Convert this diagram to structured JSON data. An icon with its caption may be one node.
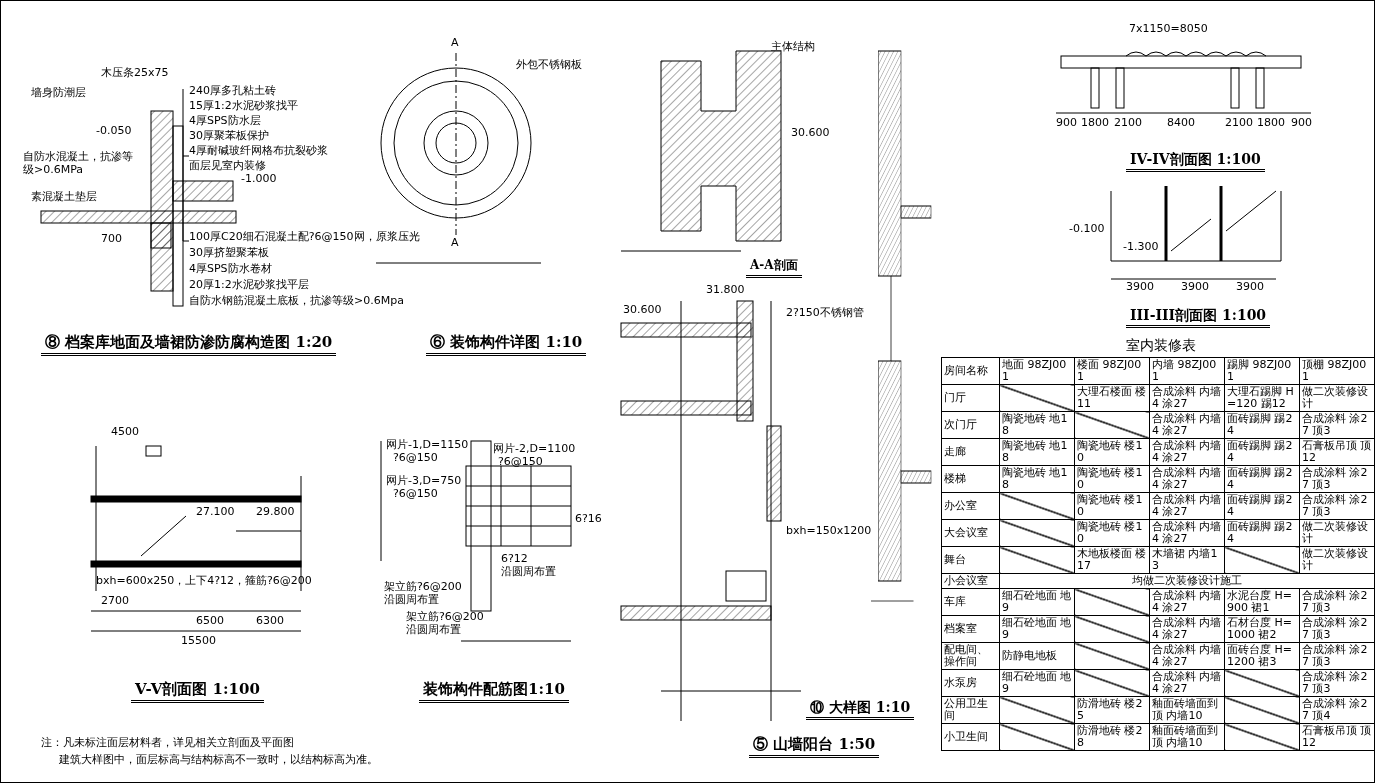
{
  "diagram": {
    "labels": [
      "木压条25x75",
      "墙身防潮层",
      "-0.050",
      "240厚多孔粘土砖",
      "15厚1:2水泥砂浆找平",
      "4厚SPS防水层",
      "30厚聚苯板保护",
      "4厚耐碱玻纤网格布抗裂砂浆",
      "面层见室内装修",
      "自防水混凝土，抗渗等级>0.6MPa",
      "-1.000",
      "素混凝土垫层",
      "700",
      "100厚C20细石混凝土配?6@150网，原浆压光",
      "30厚挤塑聚苯板",
      "4厚SPS防水卷材",
      "20厚1:2水泥砂浆找平层",
      "自防水钢筋混凝土底板，抗渗等级>0.6Mpa",
      "⑧ 档案库地面及墙裙防渗防腐构造图 1:20",
      "A",
      "外包不锈钢板",
      "A",
      "⑥ 装饰构件详图 1:10",
      "主体结构",
      "30.600",
      "A-A剖面",
      "31.800",
      "30.600",
      "2?150不锈钢管",
      "bxh=150x1200",
      "⑤ 山墙阳台 1:50",
      "⑩ 大样图 1:10",
      "7x1150=8050",
      "900",
      "1800",
      "2100",
      "8400",
      "2100",
      "1800",
      "900",
      "IV-IV剖面图 1:100",
      "-0.100",
      "-1.300",
      "3900",
      "3900",
      "3900",
      "III-III剖面图 1:100",
      "4500",
      "27.100",
      "29.800",
      "bxh=600x250，上下4?12，箍筋?6@200",
      "2700",
      "6500",
      "6300",
      "15500",
      "V-V剖面图 1:100",
      "网片-1,D=1150",
      "?6@150",
      "网片-2,D=1100",
      "?6@150",
      "网片-3,D=750",
      "?6@150",
      "6?16",
      "6?12",
      "沿圆周布置",
      "架立筋?6@200",
      "沿圆周布置",
      "架立筋?6@200",
      "沿圆周布置",
      "装饰构件配筋图1:10",
      "室内装修表",
      "房间名称",
      "地面 98ZJ001",
      "楼面 98ZJ001",
      "内墙 98ZJ001",
      "踢脚 98ZJ001",
      "顶棚 98ZJ001",
      "门厅",
      "大理石楼面 楼11",
      "合成涂料 内墙4 涂27",
      "大理石踢脚 H=120 踢12",
      "做二次装修设计",
      "次门厅",
      "陶瓷地砖 地18",
      "合成涂料 内墙4 涂27",
      "面砖踢脚 踢24",
      "合成涂料 涂27 顶3",
      "走廊",
      "陶瓷地砖 地18",
      "陶瓷地砖 楼10",
      "合成涂料 内墙4 涂27",
      "面砖踢脚 踢24",
      "石膏板吊顶 顶12",
      "楼梯",
      "陶瓷地砖 地18",
      "陶瓷地砖 楼10",
      "合成涂料 内墙4 涂27",
      "面砖踢脚 踢24",
      "合成涂料 涂27 顶3",
      "办公室",
      "陶瓷地砖 楼10",
      "合成涂料 内墙4 涂27",
      "面砖踢脚 踢24",
      "合成涂料 涂27 顶3",
      "大会议室",
      "陶瓷地砖 楼10",
      "合成涂料 内墙4 涂27",
      "面砖踢脚 踢24",
      "做二次装修设计",
      "舞台",
      "木地板楼面 楼17",
      "木墙裙 内墙13",
      "做二次装修设计",
      "小会议室",
      "均做二次装修设计施工",
      "车库",
      "细石砼地面 地9",
      "合成涂料 内墙4 涂27",
      "水泥台度 H=900 裙1",
      "合成涂料 涂27 顶3",
      "档案室",
      "细石砼地面 地9",
      "合成涂料 内墙4 涂27",
      "石材台度 H=1000 裙2",
      "合成涂料 涂27 顶3",
      "配电间、操作间",
      "防静电地板",
      "合成涂料 内墙4 涂27",
      "面砖台度 H=1200 裙3",
      "合成涂料 涂27 顶3",
      "水泵房",
      "细石砼地面 地9",
      "合成涂料 内墙4 涂27",
      "合成涂料 涂27 顶3",
      "公用卫生间",
      "防滑地砖 楼25",
      "釉面砖墙面到顶 内墙10",
      "合成涂料 涂27 顶4",
      "小卫生间",
      "防滑地砖 楼28",
      "釉面砖墙面到顶 内墙10",
      "石膏板吊顶 顶12",
      "注：凡未标注面层材料者，详见相关立剖面及平面图",
      "建筑大样图中，面层标高与结构标高不一致时，以结构标高为准。"
    ]
  }
}
